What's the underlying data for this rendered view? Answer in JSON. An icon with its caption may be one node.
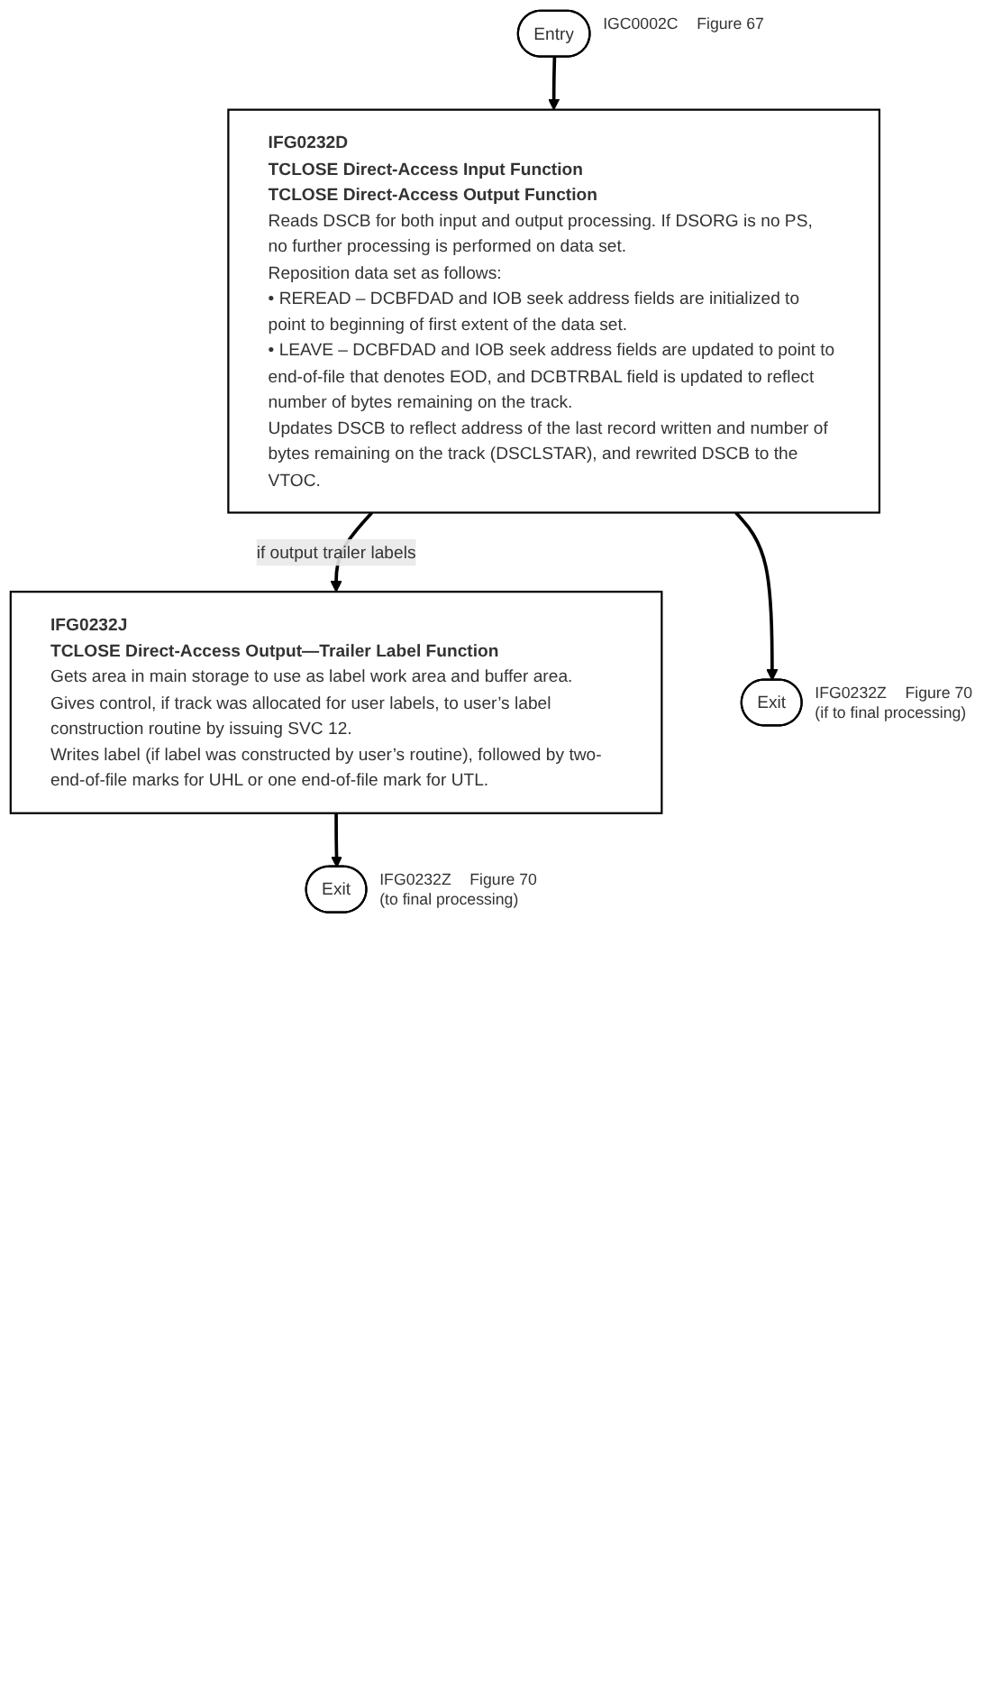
{
  "diagram": {
    "nodes": [
      {
        "text": [
          "Entry"
        ],
        "beside": [
          "IGC0002C",
          "Figure 67"
        ]
      },
      {
        "text": [
          "IFG0232D",
          "TCLOSE Direct-Access Input Function",
          "TCLOSE Direct-Access Output Function",
          "Reads DSCB for both input and output processing. If DSORG is no PS, no further processing is performed on data set.",
          "Reposition data set as follows:",
          "• REREAD – DCBFDAD and IOB seek address fields are initialized to point to beginning of first extent of the data set.",
          "• LEAVE – DCBFDAD and IOB seek address fields are updated to point to end-of-file that denotes EOD, and DCBTRBAL field is updated to reflect number of bytes remaining on the track.",
          "Updates DSCB to reflect address of the last record written and number of bytes remaining on the track (DSCLSTAR), and rewrited DSCB to the VTOC."
        ]
      },
      {
        "text": [
          "Exit"
        ],
        "beside": [
          "IFG0232Z",
          "Figure 70",
          "(if to final processing)"
        ]
      },
      {
        "text": [
          "IFG0232J",
          "TCLOSE Direct-Access Output—Trailer Label Function",
          "Gets area in main storage to use as label work area and buffer area.",
          "Gives control, if track was allocated for user labels, to user’s label construction routine by issuing SVC 12.",
          "Writes label (if label was constructed by user’s routine), followed by two-end-of-file marks for UHL or one end-of-file mark for UTL."
        ]
      },
      {
        "text": [
          "Exit"
        ],
        "beside": [
          "IFG0232Z",
          "Figure 70",
          "(to final processing)"
        ]
      }
    ],
    "edges": [
      {
        "from": 0,
        "to": 1,
        "arrow": "to"
      },
      {
        "from": 1,
        "to": 2,
        "arrow": "to"
      },
      {
        "from": 1,
        "to": 3,
        "arrow": "to",
        "label": "if output trailer labels"
      },
      {
        "from": 3,
        "to": 4,
        "arrow": "to"
      }
    ]
  }
}
